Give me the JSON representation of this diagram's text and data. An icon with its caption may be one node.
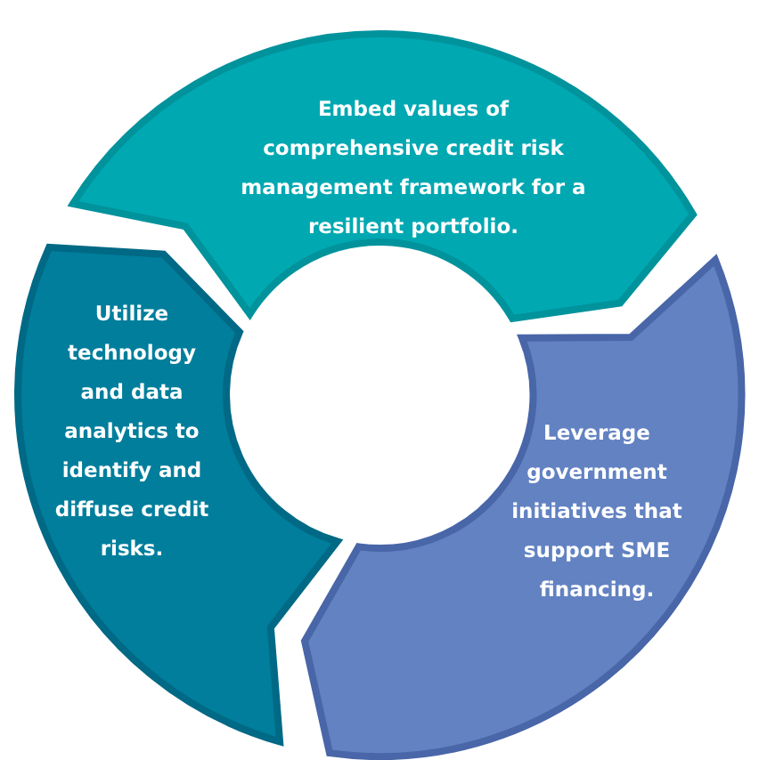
{
  "diagram": {
    "nodes": [
      {
        "text": [
          "Embed values of comprehensive credit risk management framework for a resilient portfolio."
        ]
      },
      {
        "text": [
          "Leverage government initiatives that support SME financing."
        ]
      },
      {
        "text": [
          "Utilize technology and data analytics to identify and diffuse credit risks."
        ]
      }
    ]
  }
}
